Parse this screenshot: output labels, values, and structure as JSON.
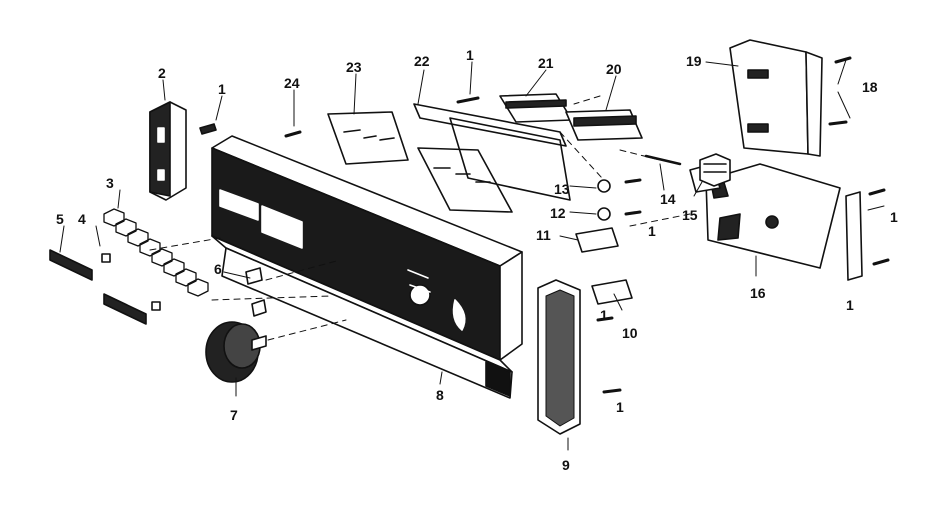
{
  "diagram": {
    "callouts": {
      "c1a": "1",
      "c1b": "1",
      "c1c": "1",
      "c1d": "1",
      "c1e": "1",
      "c1f": "1",
      "c1g": "1",
      "c2": "2",
      "c3": "3",
      "c4": "4",
      "c5": "5",
      "c6": "6",
      "c7": "7",
      "c8": "8",
      "c9": "9",
      "c10": "10",
      "c11": "11",
      "c12": "12",
      "c13": "13",
      "c14": "14",
      "c15": "15",
      "c16": "16",
      "c18": "18",
      "c19": "19",
      "c20": "20",
      "c21": "21",
      "c22": "22",
      "c23": "23",
      "c24": "24"
    }
  }
}
